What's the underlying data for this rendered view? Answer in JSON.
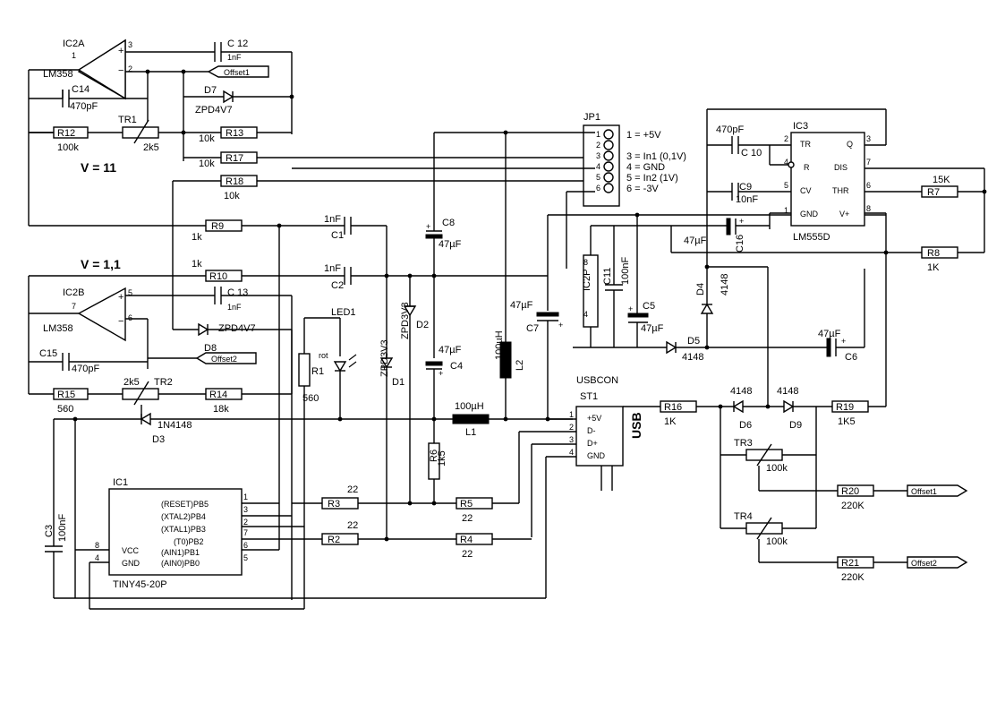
{
  "labels": {
    "ic2a": "IC2A",
    "lm358a": "LM358",
    "ic2b": "IC2B",
    "lm358b": "LM358",
    "c12": "C 12",
    "c12v": "1nF",
    "c13": "C 13",
    "c13v": "1nF",
    "offset1": "Offset1",
    "offset2": "Offset2",
    "d7": "D7",
    "zpd47a": "ZPD4V7",
    "zpd47b": "ZPD4V7",
    "d8": "D8",
    "c14": "C14",
    "c14v": "470pF",
    "c15": "C15",
    "c15v": "470pF",
    "r12": "R12",
    "r12v": "100k",
    "tr1": "TR1",
    "tr1v": "2k5",
    "r13": "R13",
    "r13v": "10k",
    "r17": "R17",
    "r17v": "10k",
    "r18": "R18",
    "r18v": "10k",
    "vgain1": "V = 11",
    "vgain2": "V = 1,1",
    "r9": "R9",
    "r9v": "1k",
    "r10": "R10",
    "r10v": "1k",
    "c1": "C1",
    "c1v": "1nF",
    "c2": "C2",
    "c2v": "1nF",
    "r15": "R15",
    "r15v": "560",
    "tr2": "TR2",
    "tr2v": "2k5",
    "r14": "R14",
    "r14v": "18k",
    "d3": "D3",
    "d3v": "1N4148",
    "led1": "LED1",
    "rot": "rot",
    "r1": "R1",
    "r1v": "560",
    "d1": "D1",
    "d1v": "ZPD3V3",
    "d2": "D2",
    "d2v": "ZPD3V3",
    "c8": "C8",
    "c8v": "47µF",
    "c4": "C4",
    "c4v": "47µF",
    "r6": "R6",
    "r6v": "1k5",
    "l2": "L2",
    "l2v": "100µH",
    "l1": "L1",
    "l1v": "100µH",
    "c7": "C7",
    "c7v": "47µF",
    "jp1": "JP1",
    "jp1_1": "1 = +5V",
    "jp1_3": "3 = In1 (0,1V)",
    "jp1_4": "4 = GND",
    "jp1_5": "5 = In2 (1V)",
    "jp1_6": "6 = -3V",
    "ic2p": "IC2P",
    "c11": "C11",
    "c11v": "100nF",
    "c5": "C5",
    "c5v": "47µF",
    "c10": "C 10",
    "c10v": "470pF",
    "c9": "C9",
    "c9v": "10nF",
    "c16": "C16",
    "c16v": "47µF",
    "ic3": "IC3",
    "lm555": "LM555D",
    "tr": "TR",
    "q": "Q",
    "r": "R",
    "dis": "DIS",
    "cv": "CV",
    "thr": "THR",
    "gnd": "GND",
    "vplus": "V+",
    "r7": "R7",
    "r7v": "15K",
    "r8": "R8",
    "r8v": "1K",
    "d4": "D4",
    "d4v": "4148",
    "d5": "D5",
    "d5v": "4148",
    "c6": "C6",
    "c6v": "47µF",
    "usbcon": "USBCON",
    "st1": "ST1",
    "usb": "USB",
    "p5v": "+5V",
    "dminus": "D-",
    "dplus": "D+",
    "pgnd": "GND",
    "r16": "R16",
    "r16v": "1K",
    "d6": "D6",
    "d6v": "4148",
    "d9": "D9",
    "d9v": "4148",
    "r19": "R19",
    "r19v": "1K5",
    "tr3": "TR3",
    "tr3v": "100k",
    "tr4": "TR4",
    "tr4v": "100k",
    "r20": "R20",
    "r20v": "220K",
    "r21": "R21",
    "r21v": "220K",
    "r3": "R3",
    "r3v": "22",
    "r5": "R5",
    "r5v": "22",
    "r2": "R2",
    "r2v": "22",
    "r4": "R4",
    "r4v": "22",
    "c3": "C3",
    "c3v": "100nF",
    "ic1": "IC1",
    "tiny": "TINY45-20P",
    "vcc": "VCC",
    "gnd1": "GND",
    "pb5": "(RESET)PB5",
    "pb4": "(XTAL2)PB4",
    "pb3": "(XTAL1)PB3",
    "pb2": "(T0)PB2",
    "pb1": "(AIN1)PB1",
    "pb0": "(AIN0)PB0"
  },
  "pins": {
    "p1": "1",
    "p2": "2",
    "p3": "3",
    "p4": "4",
    "p5": "5",
    "p6": "6",
    "p7": "7",
    "p8": "8"
  },
  "colors": {
    "ink": "#000000",
    "paper": "#ffffff"
  }
}
